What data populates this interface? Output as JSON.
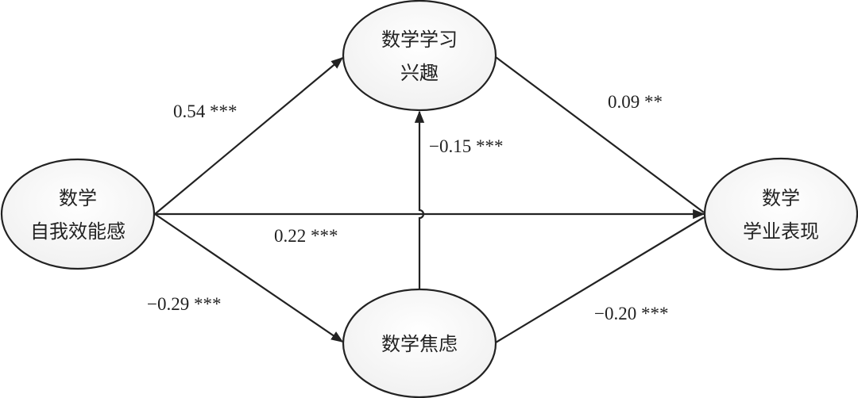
{
  "nodes": {
    "self_efficacy": {
      "line1": "数学",
      "line2": "自我效能感"
    },
    "interest": {
      "line1": "数学学习",
      "line2": "兴趣"
    },
    "anxiety": {
      "line1": "数学焦虑"
    },
    "performance": {
      "line1": "数学",
      "line2": "学业表现"
    }
  },
  "paths": {
    "self_efficacy_to_interest": "0.54 ***",
    "anxiety_to_interest": "−0.15 ***",
    "interest_to_performance": "0.09 **",
    "self_efficacy_to_performance": "0.22 ***",
    "self_efficacy_to_anxiety": "−0.29 ***",
    "anxiety_to_performance": "−0.20 ***"
  }
}
